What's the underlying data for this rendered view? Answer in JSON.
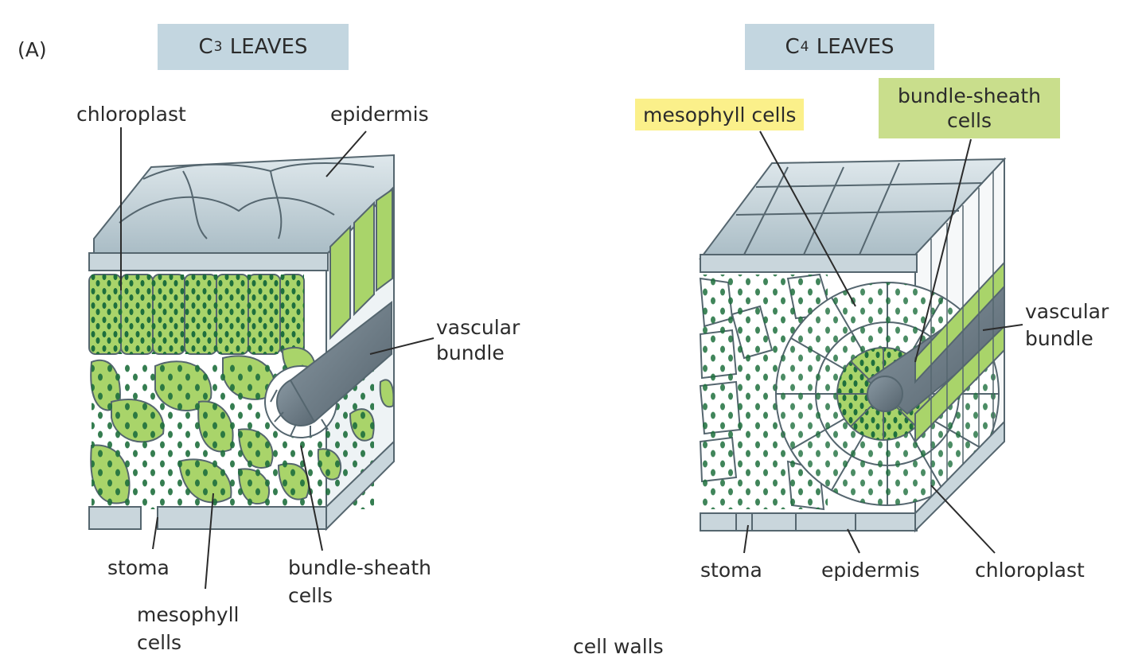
{
  "panel_label": "(A)",
  "c3": {
    "title_letter": "C",
    "title_sub": "3",
    "title_rest": " LEAVES",
    "labels": {
      "chloroplast": "chloroplast",
      "epidermis": "epidermis",
      "vascular_bundle_1": "vascular",
      "vascular_bundle_2": "bundle",
      "stoma": "stoma",
      "bundle_sheath_1": "bundle-sheath",
      "bundle_sheath_2": "cells",
      "mesophyll_1": "mesophyll",
      "mesophyll_2": "cells"
    }
  },
  "c4": {
    "title_letter": "C",
    "title_sub": "4",
    "title_rest": " LEAVES",
    "labels": {
      "mesophyll": "mesophyll cells",
      "bundle_sheath_1": "bundle-sheath",
      "bundle_sheath_2": "cells",
      "vascular_bundle_1": "vascular",
      "vascular_bundle_2": "bundle",
      "stoma": "stoma",
      "epidermis": "epidermis",
      "chloroplast": "chloroplast"
    }
  },
  "footer_label": "cell walls",
  "colors": {
    "title_bg": "#c3d6e0",
    "mesophyll_highlight": "#fbf08a",
    "bundle_sheath_highlight": "#c9de8c",
    "cell_green": "#a9d46a",
    "chloroplast": "#1e6f3d",
    "epidermis": "#b7c7cf",
    "vascular": "#6b7b86"
  }
}
